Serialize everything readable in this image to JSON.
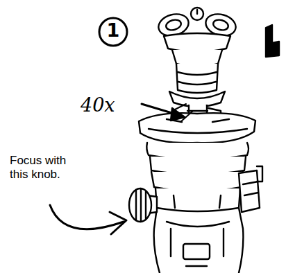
{
  "diagram": {
    "labels": [
      "1",
      "40x",
      "Focus with this knob."
    ]
  }
}
